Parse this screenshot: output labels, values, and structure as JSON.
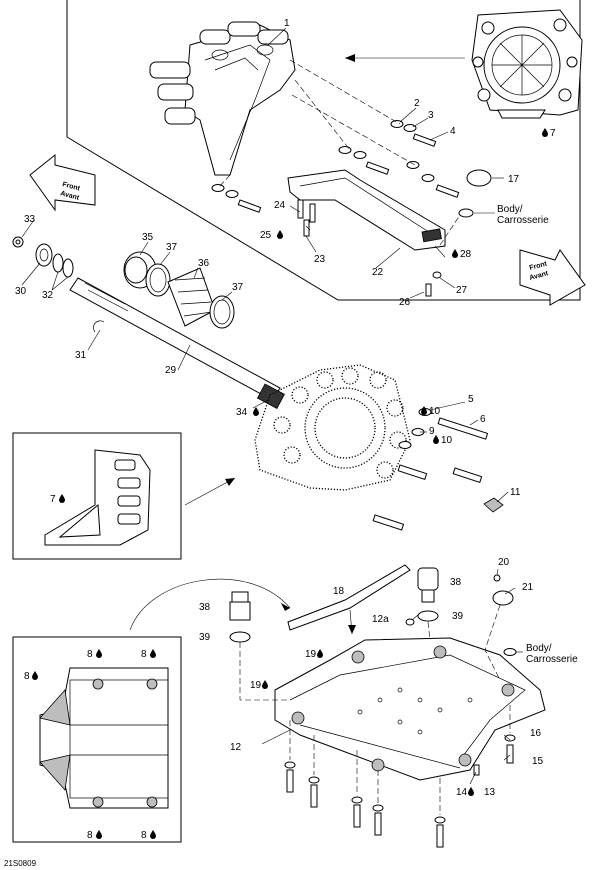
{
  "drawing_code": "21S0809",
  "arrows": {
    "left": {
      "line1": "Front",
      "line2": "Avant"
    },
    "right": {
      "line1": "Front",
      "line2": "Avant"
    }
  },
  "body_notes": [
    {
      "line1": "Body/",
      "line2": "Carrosserie"
    },
    {
      "line1": "Body/",
      "line2": "Carrosserie"
    }
  ],
  "callouts": {
    "c1": "1",
    "c2": "2",
    "c3": "3",
    "c4": "4",
    "c5": "5",
    "c6": "6",
    "c7": "7",
    "c7b": "7",
    "c8a": "8",
    "c8b": "8",
    "c8c": "8",
    "c8d": "8",
    "c8e": "8",
    "c9": "9",
    "c10a": "10",
    "c10b": "10",
    "c11": "11",
    "c12": "12",
    "c12a": "12a",
    "c13": "13",
    "c14": "14",
    "c15": "15",
    "c16": "16",
    "c17": "17",
    "c18": "18",
    "c19a": "19",
    "c19b": "19",
    "c20": "20",
    "c21": "21",
    "c22": "22",
    "c23": "23",
    "c24": "24",
    "c25": "25",
    "c26": "26",
    "c27": "27",
    "c28": "28",
    "c29": "29",
    "c30": "30",
    "c31": "31",
    "c32": "32",
    "c33": "33",
    "c34": "34",
    "c35": "35",
    "c36": "36",
    "c37a": "37",
    "c37b": "37",
    "c38a": "38",
    "c38b": "38",
    "c39a": "39",
    "c39b": "39"
  }
}
